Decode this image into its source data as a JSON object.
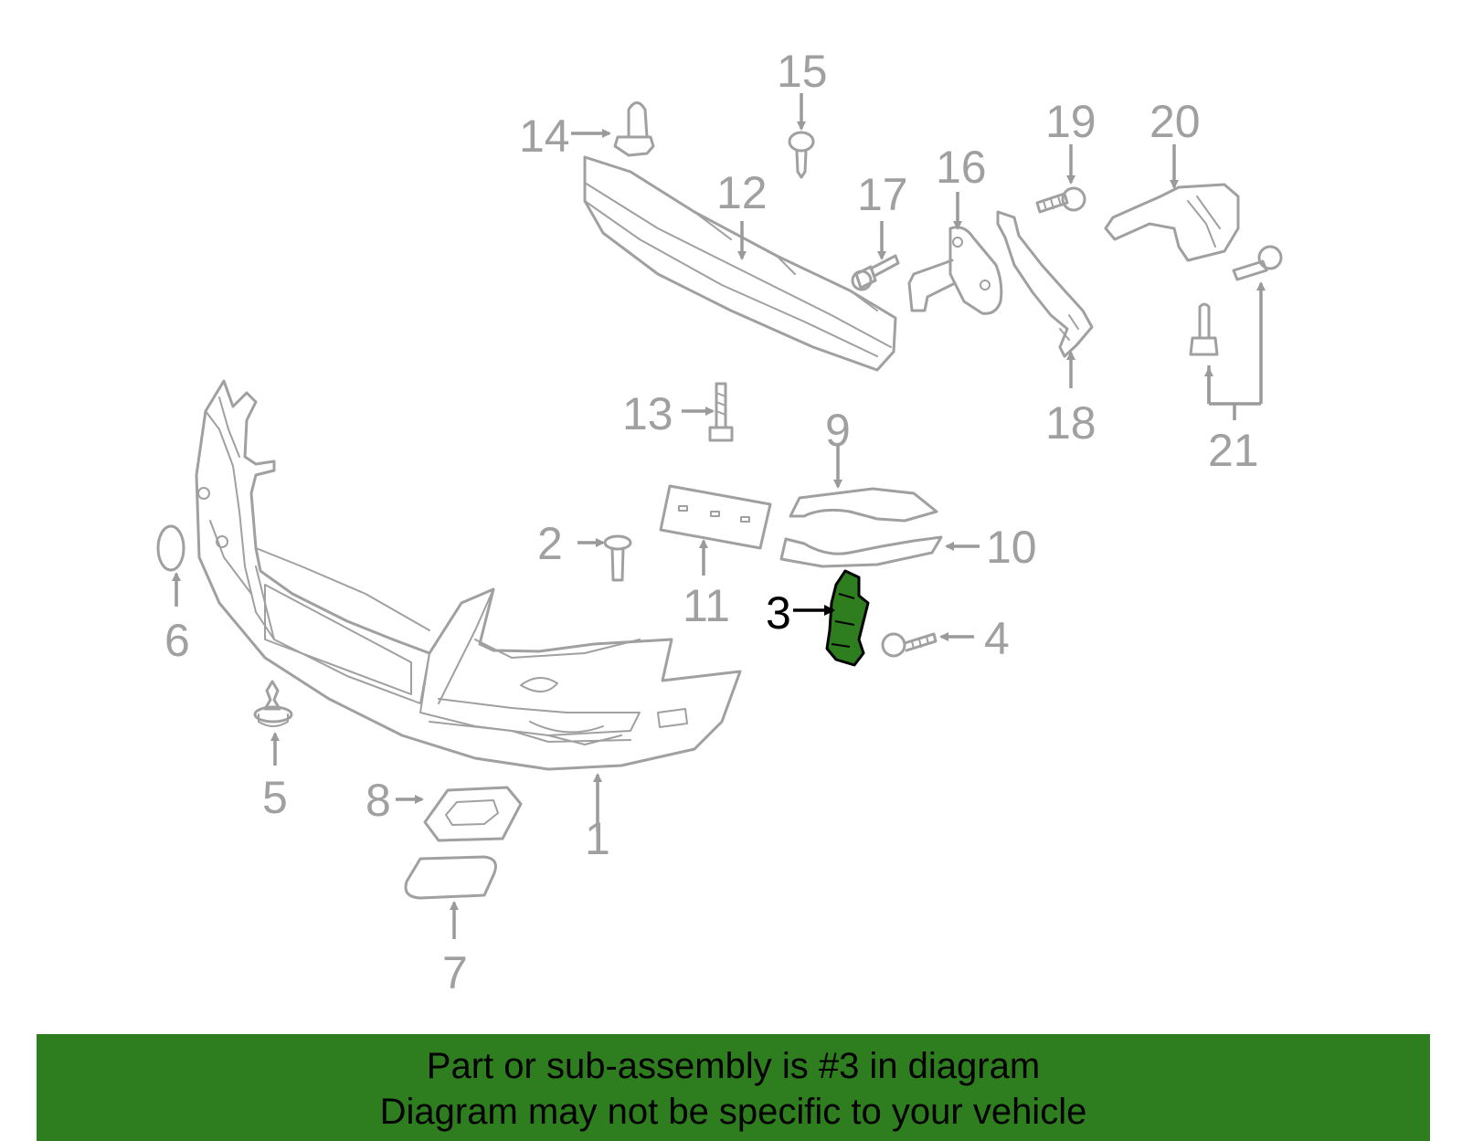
{
  "callouts": {
    "c1": "1",
    "c2": "2",
    "c3": "3",
    "c4": "4",
    "c5": "5",
    "c6": "6",
    "c7": "7",
    "c8": "8",
    "c9": "9",
    "c10": "10",
    "c11": "11",
    "c12": "12",
    "c13": "13",
    "c14": "14",
    "c15": "15",
    "c16": "16",
    "c17": "17",
    "c18": "18",
    "c19": "19",
    "c20": "20",
    "c21": "21"
  },
  "highlighted_part": "3",
  "colors": {
    "highlight": "#2e7d1e",
    "line": "#a0a0a0",
    "banner": "#2e7d1e"
  },
  "banner": {
    "line1": "Part or sub-assembly is #3 in diagram",
    "line2": "Diagram may not be specific to your vehicle"
  }
}
